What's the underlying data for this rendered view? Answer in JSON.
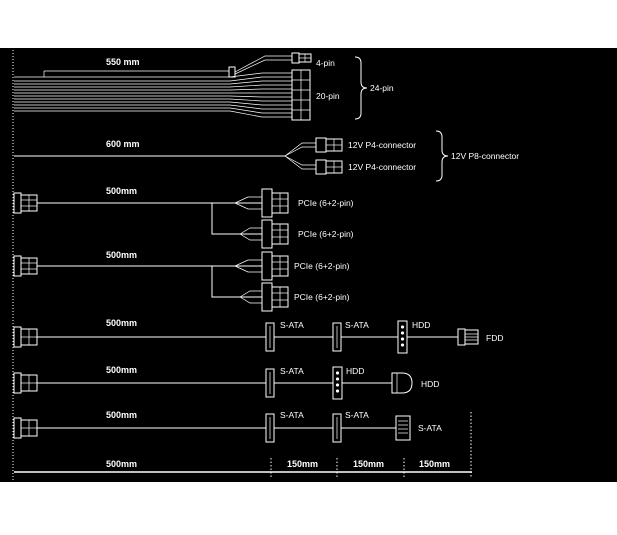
{
  "colors": {
    "background": "#000000",
    "line": "#ffffff",
    "page": "#ffffff"
  },
  "atx": {
    "length": "550 mm",
    "pin4": "4-pin",
    "pin20": "20-pin",
    "pin24": "24-pin"
  },
  "eps": {
    "length": "600 mm",
    "p4_top": "12V P4-connector",
    "p4_bottom": "12V P4-connector",
    "p8": "12V P8-connector"
  },
  "pcie1": {
    "length": "500mm",
    "top": "PCIe (6+2-pin)",
    "bottom": "PCIe (6+2-pin)"
  },
  "pcie2": {
    "length": "500mm",
    "top": "PCIe (6+2-pin)",
    "bottom": "PCIe (6+2-pin)"
  },
  "cable1": {
    "length": "500mm",
    "c1": "S-ATA",
    "c2": "S-ATA",
    "c3": "HDD",
    "c4": "FDD"
  },
  "cable2": {
    "length": "500mm",
    "c1": "S-ATA",
    "c2": "HDD",
    "c3": "HDD"
  },
  "cable3": {
    "length": "500mm",
    "c1": "S-ATA",
    "c2": "S-ATA",
    "c3": "S-ATA"
  },
  "scale": {
    "seg1": "500mm",
    "seg2": "150mm",
    "seg3": "150mm",
    "seg4": "150mm"
  }
}
